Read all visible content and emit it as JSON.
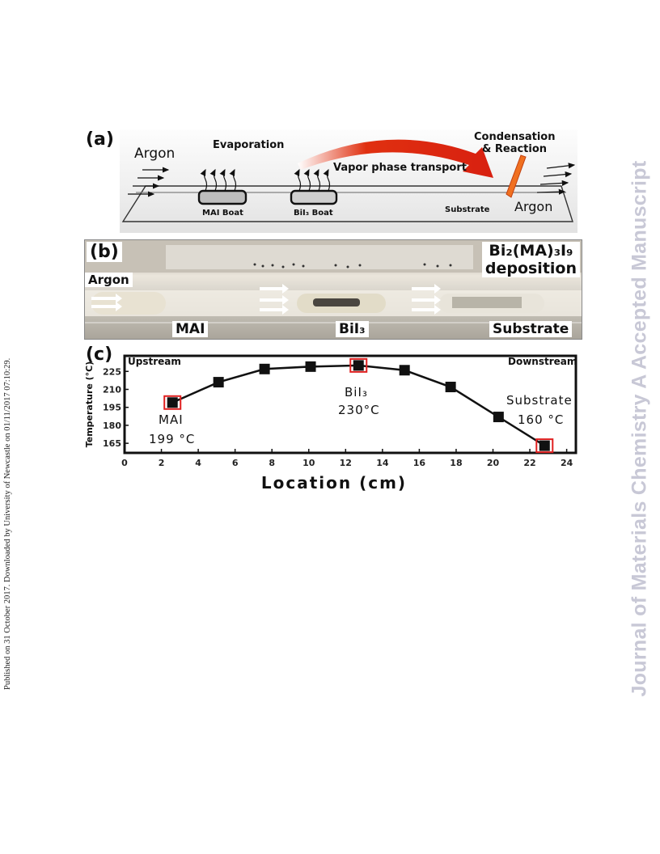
{
  "side_note": "Published on 31 October 2017. Downloaded by University of Newcastle on 01/11/2017 07:10:29.",
  "watermark": "Journal of Materials Chemistry A Accepted Manuscript",
  "panel_a": {
    "label": "(a)",
    "argon_in": "Argon",
    "evaporation": "Evaporation",
    "vapor": "Vapor phase transport",
    "condensation": "Condensation",
    "reaction": "& Reaction",
    "mai_boat": "MAI Boat",
    "bii3_boat": "BiI₃ Boat",
    "substrate": "Substrate",
    "argon_out": "Argon",
    "colors": {
      "arc": "#e03010",
      "substrate": "#f07020"
    }
  },
  "panel_b": {
    "label": "(b)",
    "deposition_line1": "Bi₂(MA)₃I₉",
    "deposition_line2": "deposition",
    "argon": "Argon",
    "mai": "MAI",
    "bii3": "BiI₃",
    "substrate": "Substrate"
  },
  "panel_c": {
    "label": "(c)",
    "upstream": "Upstream",
    "downstream": "Downstream",
    "ann_mai_1": "MAI",
    "ann_mai_2": "199 °C",
    "ann_bii3_1": "BiI₃",
    "ann_bii3_2": "230°C",
    "ann_sub_1": "Substrate",
    "ann_sub_2": "160 °C"
  },
  "chart_data": {
    "type": "line",
    "xlabel": "Location (cm)",
    "ylabel": "Temperature (°C)",
    "xlim": [
      0,
      24.5
    ],
    "ylim": [
      157,
      238
    ],
    "xticks": [
      0,
      2,
      4,
      6,
      8,
      10,
      12,
      14,
      16,
      18,
      20,
      22,
      24
    ],
    "yticks": [
      165,
      180,
      195,
      210,
      225
    ],
    "x": [
      2.6,
      5.1,
      7.6,
      10.1,
      12.7,
      15.2,
      17.7,
      20.3,
      22.8
    ],
    "y": [
      199,
      216,
      227,
      229,
      230,
      226,
      212,
      187,
      163
    ],
    "highlighted_indices": [
      0,
      4,
      8
    ],
    "colors": {
      "marker": "#111111",
      "highlight": "#e02020"
    }
  }
}
